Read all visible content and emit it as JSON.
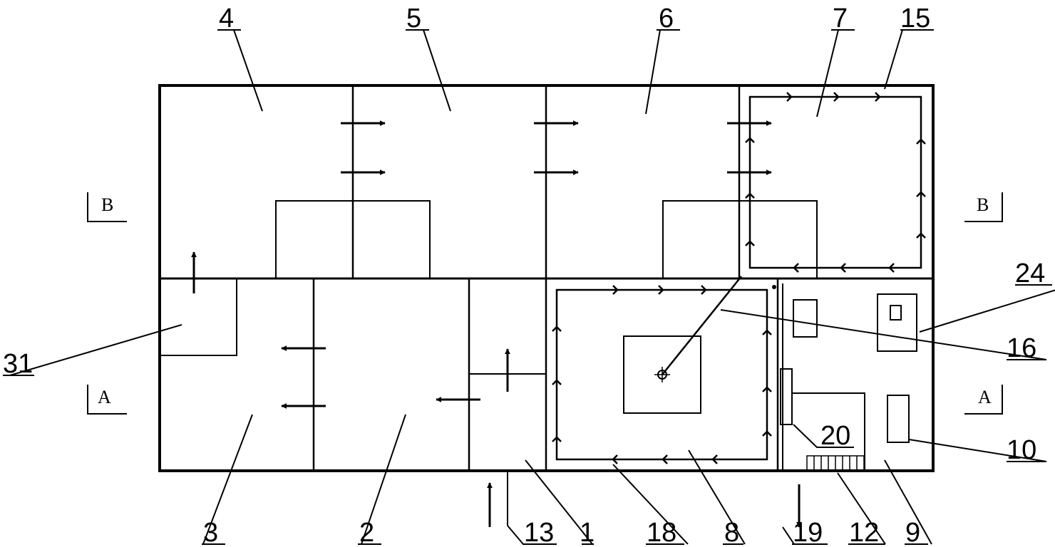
{
  "labels": {
    "l1": "1",
    "l2": "2",
    "l3": "3",
    "l4": "4",
    "l5": "5",
    "l6": "6",
    "l7": "7",
    "l8": "8",
    "l9": "9",
    "l10": "10",
    "l12": "12",
    "l13": "13",
    "l15": "15",
    "l16": "16",
    "l18": "18",
    "l19": "19",
    "l20": "20",
    "l24": "24",
    "l31": "31"
  },
  "section_marks": {
    "b_left": "B",
    "b_right": "B",
    "a_left": "A",
    "a_right": "A"
  }
}
